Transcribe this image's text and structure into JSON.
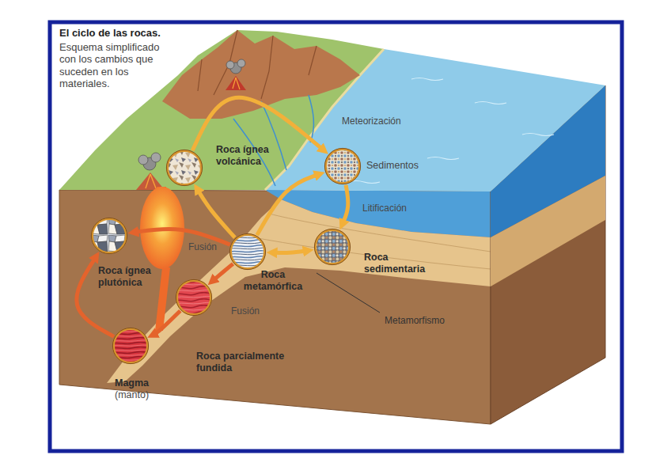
{
  "diagram": {
    "title": "El ciclo de las rocas.",
    "caption": "Esquema simplificado con los cambios que suceden en los materiales.",
    "nodes": [
      {
        "text": [
          "Roca ígnea volcánica"
        ]
      },
      {
        "text": [
          "Sedimentos"
        ]
      },
      {
        "text": [
          "Roca sedimentaria"
        ]
      },
      {
        "text": [
          "Roca metamórfica"
        ]
      },
      {
        "text": [
          "Roca ígnea plutónica"
        ]
      },
      {
        "text": [
          "Roca parcialmente fundida"
        ]
      },
      {
        "text": [
          "Magma",
          "(manto)"
        ]
      }
    ],
    "edges": [
      {
        "from": 0,
        "to": 1,
        "arrow": "to",
        "label": "Meteorización"
      },
      {
        "from": 1,
        "to": 2,
        "arrow": "to",
        "label": "Litificación"
      },
      {
        "from": 2,
        "to": 3,
        "arrow": "both"
      },
      {
        "from": 3,
        "to": 1,
        "arrow": "to"
      },
      {
        "from": 3,
        "to": 0,
        "arrow": "to"
      },
      {
        "from": 3,
        "to": 5,
        "arrow": "to",
        "label": "Fusión"
      },
      {
        "from": 5,
        "to": 6,
        "arrow": "to"
      },
      {
        "from": 6,
        "to": 4,
        "arrow": "to"
      },
      {
        "from": 3,
        "to": 4,
        "arrow": "to",
        "label": "Fusión"
      }
    ],
    "labels": [
      "Metamorfismo"
    ]
  }
}
